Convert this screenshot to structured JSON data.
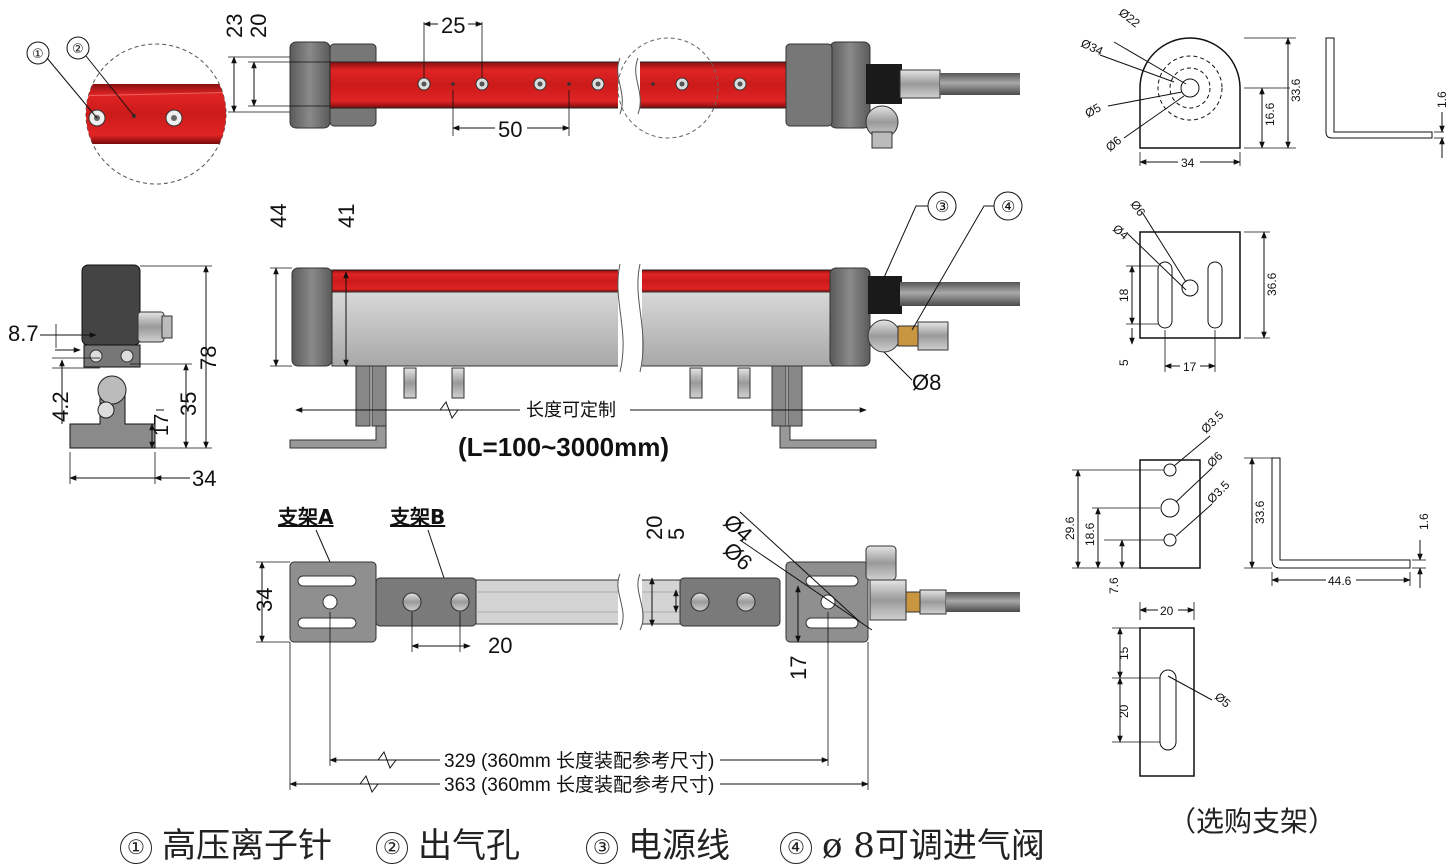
{
  "callouts": {
    "c1": "①",
    "c2": "②",
    "c3": "③",
    "c4": "④"
  },
  "legend": {
    "n1": "①",
    "t1": "高压离子针",
    "n2": "②",
    "t2": "出气孔",
    "n3": "③",
    "t3": "电源线",
    "n4": "④",
    "t4": "ø 8可调进气阀"
  },
  "top_view": {
    "d_23": "23",
    "d_20": "20",
    "d_25": "25",
    "d_50": "50"
  },
  "side_view": {
    "d_44": "44",
    "d_41": "41",
    "d_phi8": "Ø8",
    "custom_len": "长度可定制",
    "range": "(L=100~3000mm)"
  },
  "end_view": {
    "d_8_7": "8.7",
    "d_4_2": "4.2",
    "d_78": "78",
    "d_35": "35",
    "d_17": "17",
    "d_34": "34"
  },
  "bottom_view": {
    "bracket_a": "支架A",
    "bracket_b": "支架B",
    "d_34": "34",
    "d_20a": "20",
    "d_20b": "20",
    "d_5": "5",
    "d_phi4": "Ø4",
    "d_phi6": "Ø6",
    "d_17": "17",
    "len_329": "329 (360mm 长度装配参考尺寸)",
    "len_363": "363 (360mm 长度装配参考尺寸)"
  },
  "brackets": {
    "b1": {
      "phi22": "Ø22",
      "phi34": "Ø34",
      "phi5": "Ø5",
      "phi6": "Ø6",
      "d_34": "34",
      "d_16_6": "16.6",
      "d_33_6": "33.6",
      "d_1_6": "1.6"
    },
    "b2": {
      "phi6": "Ø6",
      "phi4": "Ø4",
      "d_18": "18",
      "d_36_6": "36.6",
      "d_5": "5",
      "d_17": "17"
    },
    "b3": {
      "phi3_5a": "Ø3.5",
      "phi6": "Ø6",
      "phi3_5b": "Ø3.5",
      "d_29_6": "29.6",
      "d_18_6": "18.6",
      "d_7_6": "7.6",
      "d_33_6": "33.6",
      "d_1_6": "1.6",
      "d_44_6": "44.6"
    },
    "b4": {
      "d_20": "20",
      "d_15": "15",
      "d_20b": "20",
      "phi5": "Ø5"
    },
    "optional": "（选购支架）"
  },
  "colors": {
    "red": "#d81e1e",
    "grey": "#7d7d7d",
    "dark": "#3a3a3a",
    "light": "#c4c4c4",
    "line": "#111111"
  }
}
